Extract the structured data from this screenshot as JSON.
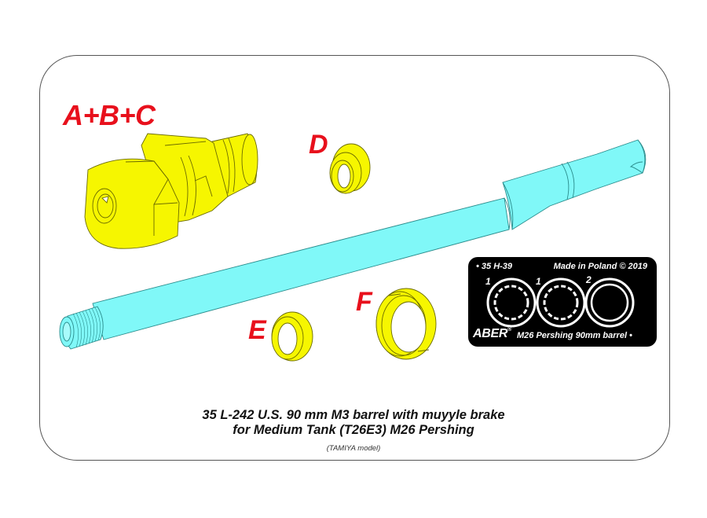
{
  "frame": {
    "border_color": "#555555"
  },
  "colors": {
    "barrel_fill": "#80f8f8",
    "barrel_outline": "#2a8c8c",
    "part_fill": "#f6f600",
    "part_outline": "#6b6b00",
    "label_red": "#e8101c",
    "plate_bg": "#000000",
    "plate_fg": "#ffffff"
  },
  "parts": {
    "abc": {
      "label": "A+B+C",
      "icon": "muzzle-brake-assembly"
    },
    "d": {
      "label": "D",
      "icon": "ring-collar"
    },
    "e": {
      "label": "E",
      "icon": "ring-small"
    },
    "f": {
      "label": "F",
      "icon": "ring-threaded"
    },
    "barrel": {
      "icon": "gun-barrel"
    }
  },
  "photoetch": {
    "code": "• 35 H-39",
    "made_in": "Made in Poland  © 2019",
    "ring_numbers": [
      "1",
      "1",
      "2"
    ],
    "brand": "ABER",
    "registered": "®",
    "description": "M26 Pershing 90mm barrel •"
  },
  "caption": {
    "line1": "35 L-242   U.S. 90 mm M3 barrel with muyyle brake",
    "line2": "for Medium Tank (T26E3) M26 Pershing",
    "line3": "(TAMIYA  model)"
  }
}
